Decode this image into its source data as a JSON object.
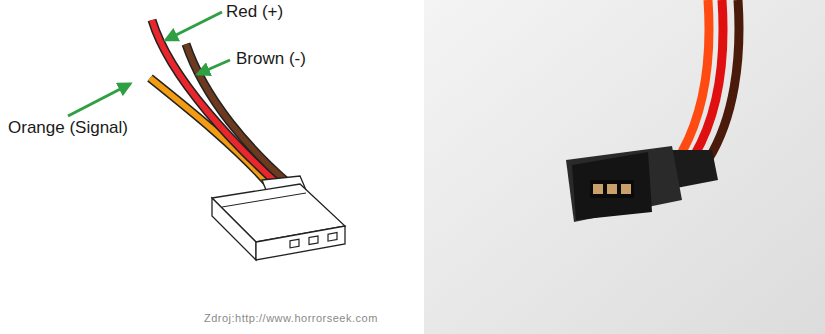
{
  "diagram": {
    "labels": [
      "Red (+)",
      "Brown (-)",
      "Orange (Signal)",
      "Zdroj:http://www.horrorseek.com"
    ]
  }
}
